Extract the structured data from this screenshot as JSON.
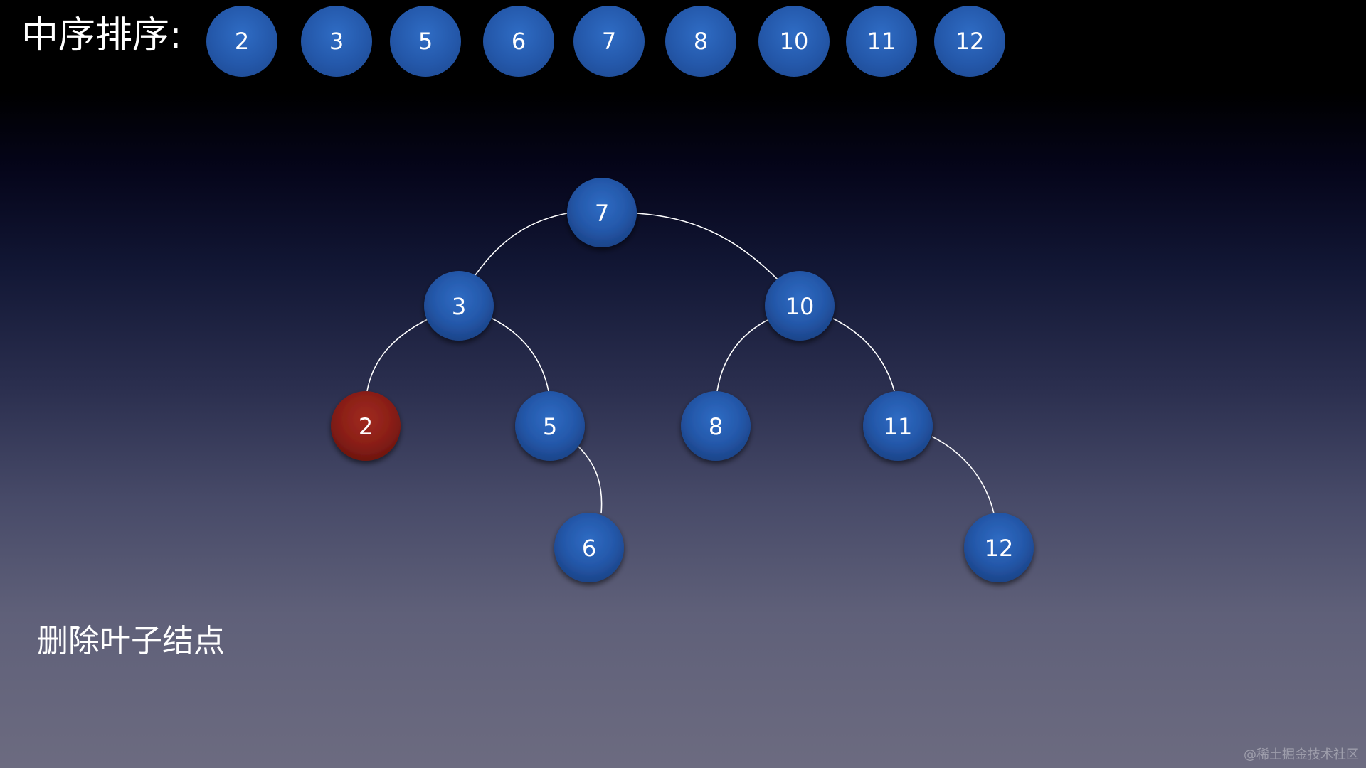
{
  "header": {
    "label": "中序排序:",
    "sequence": [
      "2",
      "3",
      "5",
      "6",
      "7",
      "8",
      "10",
      "11",
      "12"
    ]
  },
  "tree": {
    "nodes": [
      {
        "id": "7",
        "label": "7",
        "highlighted": false
      },
      {
        "id": "3",
        "label": "3",
        "highlighted": false
      },
      {
        "id": "10",
        "label": "10",
        "highlighted": false
      },
      {
        "id": "2",
        "label": "2",
        "highlighted": true
      },
      {
        "id": "5",
        "label": "5",
        "highlighted": false
      },
      {
        "id": "8",
        "label": "8",
        "highlighted": false
      },
      {
        "id": "11",
        "label": "11",
        "highlighted": false
      },
      {
        "id": "6",
        "label": "6",
        "highlighted": false
      },
      {
        "id": "12",
        "label": "12",
        "highlighted": false
      }
    ],
    "edges": [
      {
        "from": "7",
        "to": "3"
      },
      {
        "from": "7",
        "to": "10"
      },
      {
        "from": "3",
        "to": "2"
      },
      {
        "from": "3",
        "to": "5"
      },
      {
        "from": "5",
        "to": "6"
      },
      {
        "from": "10",
        "to": "8"
      },
      {
        "from": "10",
        "to": "11"
      },
      {
        "from": "11",
        "to": "12"
      }
    ]
  },
  "caption": "删除叶子结点",
  "watermark": "@稀土掘金技术社区",
  "colors": {
    "node_blue": "#2458aa",
    "node_red": "#8b1f17",
    "edge": "#ffffff",
    "text": "#ffffff"
  }
}
